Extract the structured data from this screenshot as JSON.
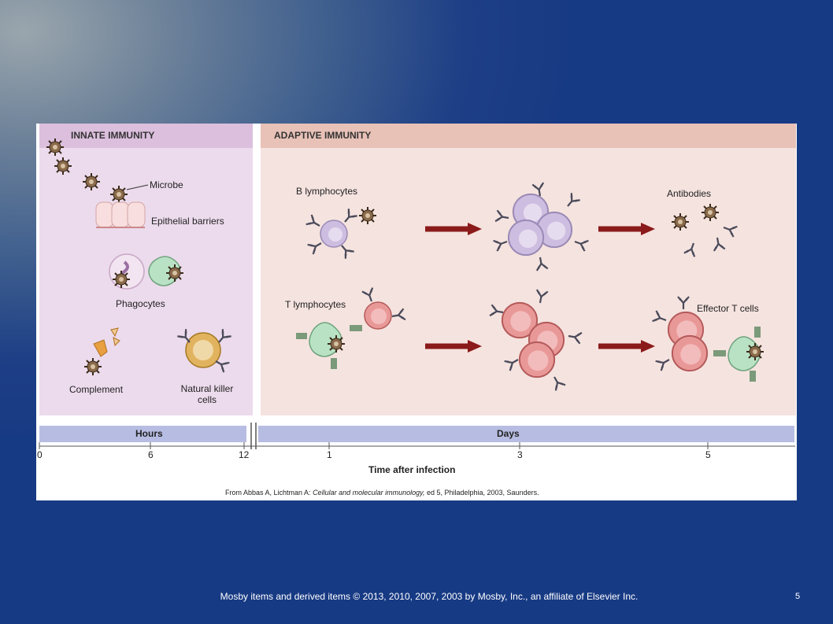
{
  "innate": {
    "title": "INNATE IMMUNITY",
    "labels": {
      "microbe": "Microbe",
      "epithelial": "Epithelial barriers",
      "phagocytes": "Phagocytes",
      "complement": "Complement",
      "nk_line1": "Natural killer",
      "nk_line2": "cells"
    }
  },
  "adaptive": {
    "title": "ADAPTIVE IMMUNITY",
    "labels": {
      "b_lymphocytes": "B lymphocytes",
      "antibodies": "Antibodies",
      "t_lymphocytes": "T lymphocytes",
      "effector_t": "Effector T cells"
    }
  },
  "timeline": {
    "hours_label": "Hours",
    "days_label": "Days",
    "ticks": [
      "0",
      "6",
      "12",
      "1",
      "3",
      "5"
    ],
    "axis_title": "Time after infection"
  },
  "credit": {
    "prefix": "From Abbas A, Lichtman A: ",
    "title": "Cellular and molecular immunology,",
    "suffix": " ed 5, Philadelphia, 2003, Saunders."
  },
  "footer": {
    "text": "Mosby items and derived items © 2013, 2010, 2007, 2003 by Mosby, Inc., an affiliate of Elsevier Inc.",
    "page_number": "5"
  },
  "colors": {
    "arrow": "#8b1a1a",
    "b_cell": "#cdbde0",
    "t_cell": "#e99898",
    "phagocyte": "#b9e2c4",
    "microbe": "#8a6a4a"
  }
}
